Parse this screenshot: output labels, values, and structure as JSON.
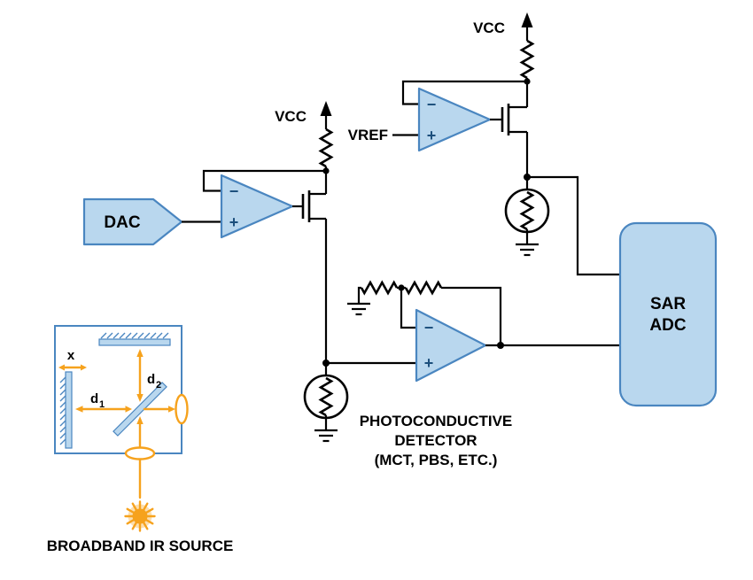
{
  "labels": {
    "vcc_left": "VCC",
    "vcc_right": "VCC",
    "vref": "VREF",
    "dac": "DAC",
    "adc_line1": "SAR",
    "adc_line2": "ADC",
    "detector_line1": "PHOTOCONDUCTIVE",
    "detector_line2": "DETECTOR",
    "detector_line3": "(MCT, PBS, ETC.)",
    "ir_source_caption": "BROADBAND IR SOURCE",
    "mirror_travel": "x",
    "d1_main": "d",
    "d1_sub": "1",
    "d2_main": "d",
    "d2_sub": "2"
  },
  "opamp": {
    "minus": "−",
    "plus": "+"
  },
  "colors": {
    "block_fill": "#b9d7ee",
    "block_stroke": "#4a86c0",
    "wire": "#000000",
    "beam_orange": "#f6a21d",
    "opamp_sign": "#1c4f7c"
  },
  "icons": {
    "ir_source": "sunburst-icon",
    "supply": "vcc-up-arrow-icon",
    "ground": "ground-icon",
    "photoconductive_detector": "circled-resistor-icon"
  }
}
